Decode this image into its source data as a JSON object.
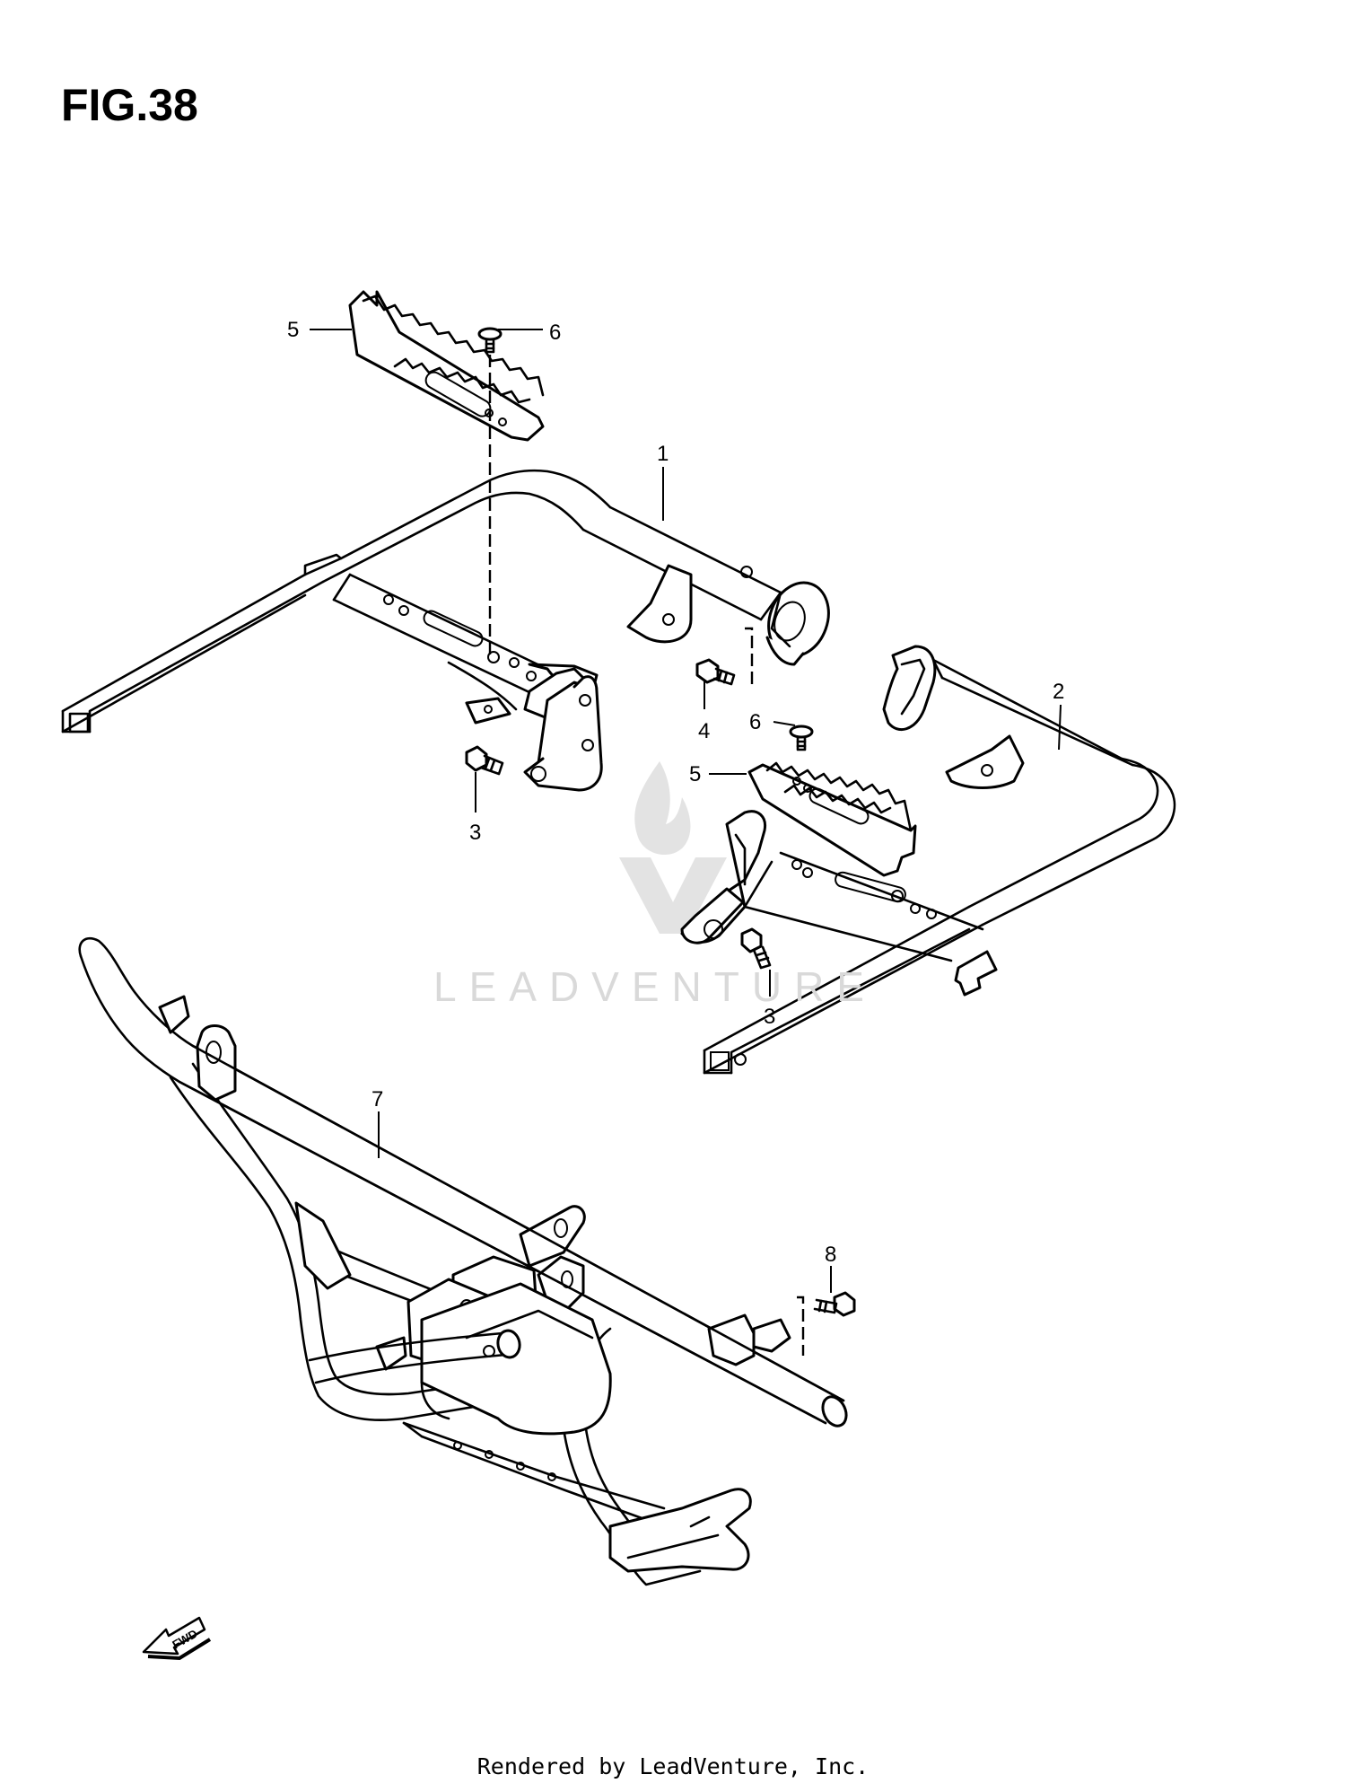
{
  "figure": {
    "title": "FIG.38"
  },
  "callouts": [
    {
      "id": "c1",
      "label": "1",
      "part": "left footrest bar"
    },
    {
      "id": "c2",
      "label": "2",
      "part": "right footrest bar"
    },
    {
      "id": "c3a",
      "label": "3",
      "part": "bolt (left)"
    },
    {
      "id": "c3b",
      "label": "3",
      "part": "bolt (right)"
    },
    {
      "id": "c4",
      "label": "4",
      "part": "bolt"
    },
    {
      "id": "c5a",
      "label": "5",
      "part": "footrest plate (left)"
    },
    {
      "id": "c5b",
      "label": "5",
      "part": "footrest plate (right)"
    },
    {
      "id": "c6a",
      "label": "6",
      "part": "screw (left)"
    },
    {
      "id": "c6b",
      "label": "6",
      "part": "screw (right)"
    },
    {
      "id": "c7",
      "label": "7",
      "part": "front bumper guard"
    },
    {
      "id": "c8",
      "label": "8",
      "part": "bolt"
    }
  ],
  "fwd_arrow": {
    "label": "FWD",
    "icon": "fwd-arrow-icon"
  },
  "watermark": {
    "text": "LEADVENTURE",
    "logo": "leadventure-logo-icon",
    "color": "#d9d9d9"
  },
  "footer": {
    "text": "Rendered by LeadVenture, Inc."
  }
}
